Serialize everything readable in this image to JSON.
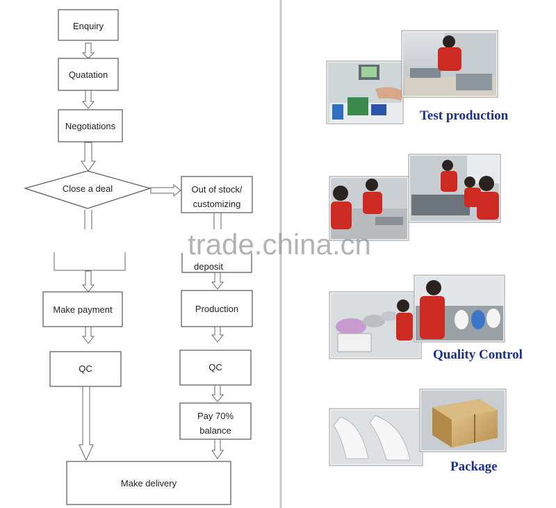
{
  "flowchart": {
    "enquiry": "Enquiry",
    "quotation": "Quatation",
    "negotiations": "Negotiations",
    "close_deal": "Close a deal",
    "out_of_stock_line1": "Out of stock/",
    "out_of_stock_line2": "customizing",
    "deposit": "deposit",
    "make_payment": "Make payment",
    "production": "Production",
    "qc_left": "QC",
    "qc_right": "QC",
    "pay_balance_line1": "Pay 70%",
    "pay_balance_line2": "balance",
    "make_delivery": "Make delivery"
  },
  "stages": {
    "test_production": "Test production",
    "quality_control": "Quality Control",
    "package": "Package"
  },
  "watermark": "trade.china.cn"
}
